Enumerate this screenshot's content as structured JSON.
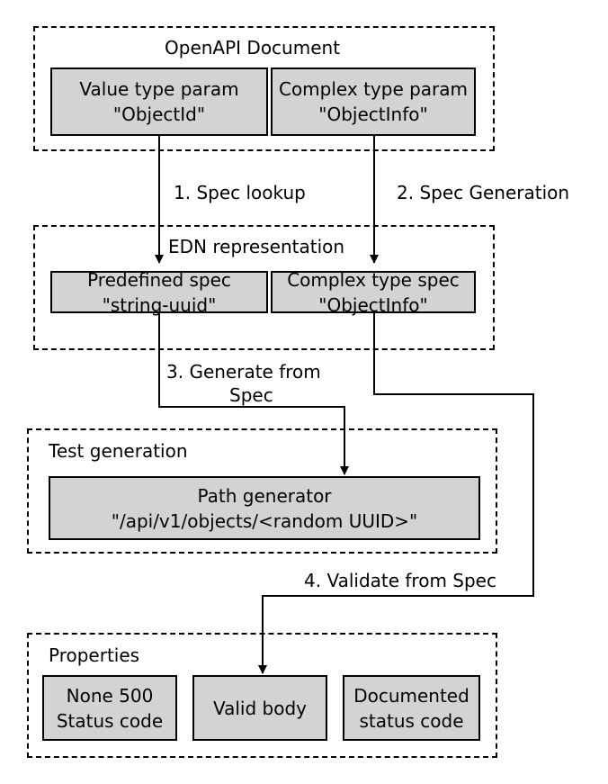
{
  "groups": {
    "openapi": "OpenAPI Document",
    "edn": "EDN representation",
    "test": "Test generation",
    "properties": "Properties"
  },
  "nodes": {
    "value_param": [
      "Value type param",
      "\"ObjectId\""
    ],
    "complex_param": [
      "Complex type param",
      "\"ObjectInfo\""
    ],
    "predefined_spec": [
      "Predefined spec",
      "\"string-uuid\""
    ],
    "complex_spec": [
      "Complex type spec",
      "\"ObjectInfo\""
    ],
    "path_generator": [
      "Path generator",
      "\"/api/v1/objects/<random UUID>\""
    ],
    "none500": [
      "None 500",
      "Status code"
    ],
    "valid_body": [
      "Valid body"
    ],
    "documented": [
      "Documented",
      "status code"
    ]
  },
  "edges": {
    "spec_lookup": "1. Spec lookup",
    "spec_generation": "2. Spec Generation",
    "generate_from_spec": [
      "3. Generate from",
      "Spec"
    ],
    "validate_from_spec": "4. Validate from Spec"
  },
  "colors": {
    "node_fill": "#d3d3d3",
    "stroke": "#000000"
  }
}
